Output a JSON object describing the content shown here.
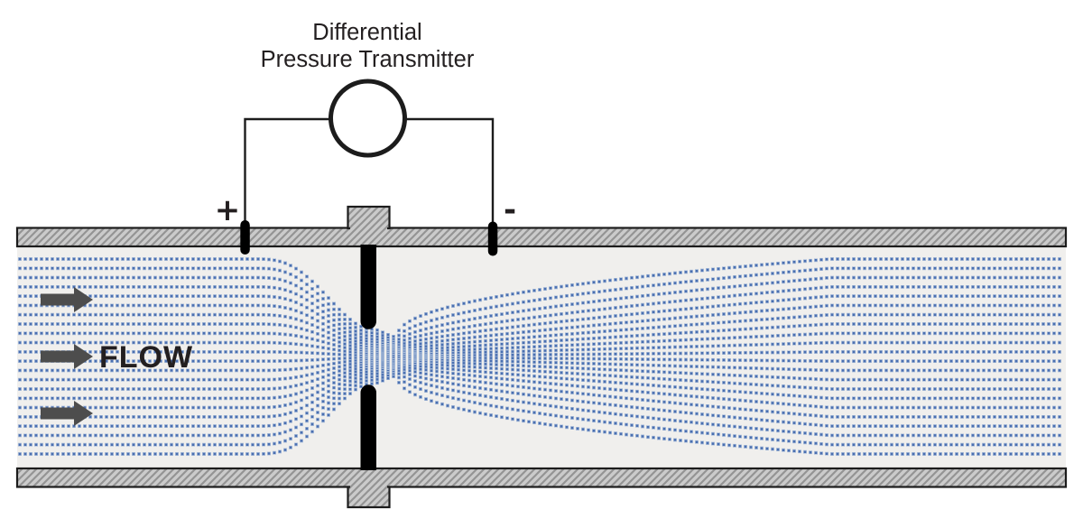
{
  "title": {
    "line1": "Differential",
    "line2": "Pressure Transmitter"
  },
  "transmitter": {
    "high_side_label": "+",
    "low_side_label": "-"
  },
  "flow_label": "FLOW",
  "colors": {
    "outline": "#1c1c1c",
    "text": "#231f20",
    "arrow": "#4d4d4d",
    "dot": "#4a6fb0",
    "dot-halo": "#a9bdda",
    "interior": "#f0efed",
    "wall-fill": "#cbcbcb",
    "wall-stripe": "#949494",
    "plate": "#000000",
    "gauge-fill": "#ffffff"
  },
  "diagram": {
    "streamline_rows": 22,
    "flow_arrow_count": 3
  }
}
